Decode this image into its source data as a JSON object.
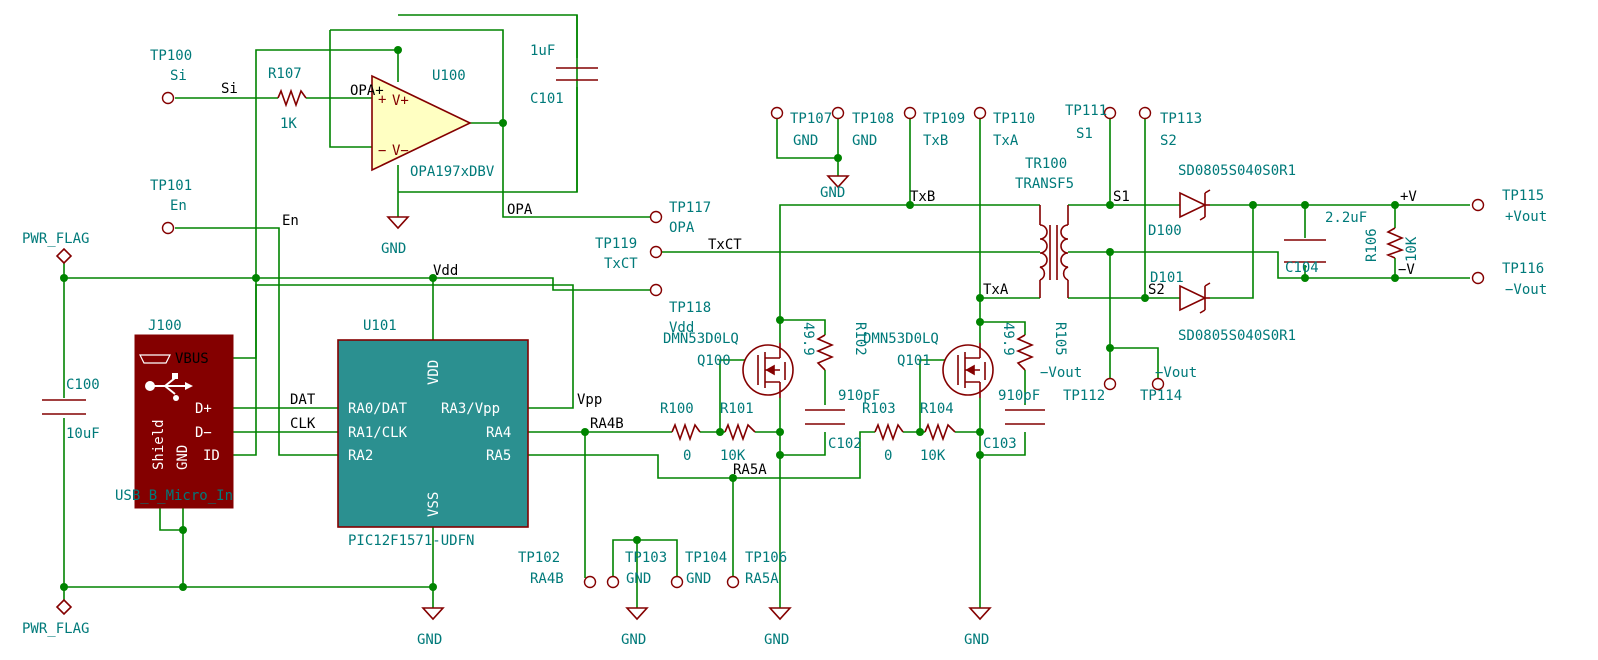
{
  "labels": {
    "tp100": "TP100",
    "tp100n": "Si",
    "r107": "R107",
    "r107v": "1K",
    "si": "Si",
    "opa_plus": "OPA+",
    "u100": "U100",
    "opa_part": "OPA197xDBV",
    "c101v": "1uF",
    "c101": "C101",
    "gnd1": "GND",
    "opa_net": "OPA",
    "tp117": "TP117",
    "tp117n": "OPA",
    "tp101": "TP101",
    "tp101n": "En",
    "en": "En",
    "pwr1": "PWR_FLAG",
    "pwr2": "PWR_FLAG",
    "vdd": "Vdd",
    "tp118": "TP118",
    "tp118n": "Vdd",
    "tp119": "TP119",
    "tp119n": "TxCT",
    "txct": "TxCT",
    "j100": "J100",
    "vbus": "VBUS",
    "dp": "D+",
    "dm": "D−",
    "id": "ID",
    "shield": "Shield",
    "jgnd": "GND",
    "usb": "USB_B_Micro_In",
    "c100": "C100",
    "c100v": "10uF",
    "u101": "U101",
    "vddp": "VDD",
    "vssp": "VSS",
    "ra0": "RA0/DAT",
    "ra1": "RA1/CLK",
    "ra2": "RA2",
    "ra3": "RA3/Vpp",
    "ra4": "RA4",
    "ra5": "RA5",
    "pic": "PIC12F1571-UDFN",
    "dat": "DAT",
    "clk": "CLK",
    "vpp": "Vpp",
    "ra4b": "RA4B",
    "ra5a": "RA5A",
    "r100": "R100",
    "r100v": "0",
    "r101": "R101",
    "r101v": "10K",
    "r103": "R103",
    "r103v": "0",
    "r104": "R104",
    "r104v": "10K",
    "q100p": "DMN53D0LQ",
    "q100": "Q100",
    "q101p": "DMN53D0LQ",
    "q101": "Q101",
    "r102v": "49.9",
    "r102": "R102",
    "r105v": "49.9",
    "r105": "R105",
    "c102v": "910pF",
    "c102": "C102",
    "c103v": "910pF",
    "c103": "C103",
    "tp102": "TP102",
    "tp102n": "RA4B",
    "tp103": "TP103",
    "tp103n": "GND",
    "tp104": "TP104",
    "tp104n": "GND",
    "tp106": "TP106",
    "tp106n": "RA5A",
    "tp107": "TP107",
    "tp107n": "GND",
    "tp108": "TP108",
    "tp108n": "GND",
    "tp109": "TP109",
    "tp109n": "TxB",
    "tp110": "TP110",
    "tp110n": "TxA",
    "tp111": "TP111",
    "tp111n": "S1",
    "tp113": "TP113",
    "tp113n": "S2",
    "tr100": "TR100",
    "transf": "TRANSF5",
    "txb": "TxB",
    "txa": "TxA",
    "s1": "S1",
    "s2": "S2",
    "d100p": "SD0805S040S0R1",
    "d100": "D100",
    "d101": "D101",
    "d101p": "SD0805S040S0R1",
    "c104v": "2.2uF",
    "c104": "C104",
    "r106": "R106",
    "r106v": "10K",
    "pv": "+V",
    "mv": "−V",
    "tp115": "TP115",
    "tp115n": "+Vout",
    "tp116": "TP116",
    "tp116n": "−Vout",
    "vout1": "−Vout",
    "vout2": "−Vout",
    "tp112": "TP112",
    "tp114": "TP114",
    "gnd_pic": "GND",
    "gnd_tp": "GND",
    "gnd_q100": "GND",
    "gnd_q101": "GND",
    "gnd_107": "GND"
  }
}
